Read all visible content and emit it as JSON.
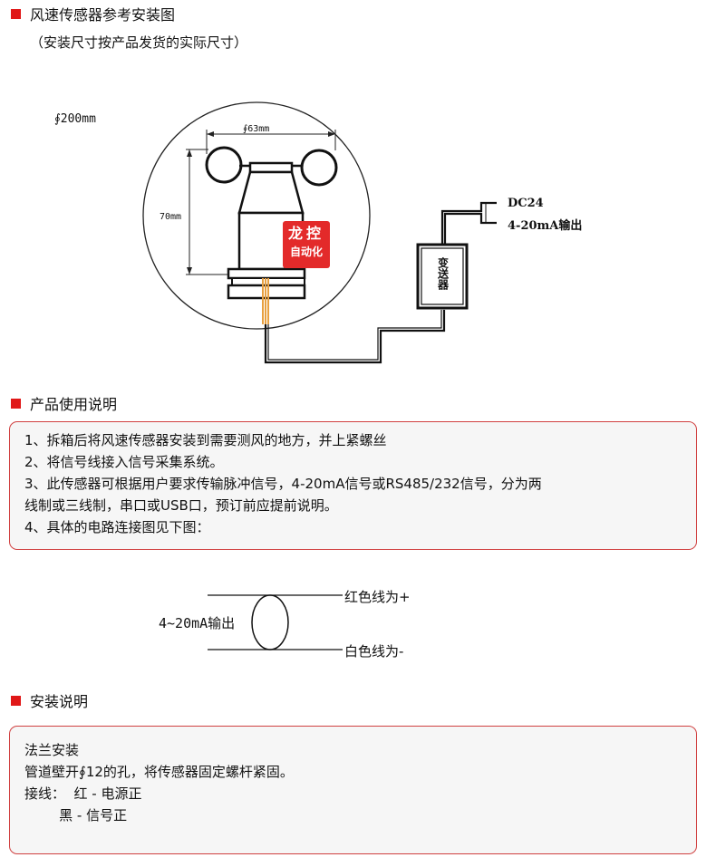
{
  "header": {
    "title": "风速传感器参考安装图",
    "note": "（安装尺寸按产品发货的实际尺寸）"
  },
  "diagram": {
    "dim_diameter": "∮200mm",
    "dim_width": "∮63mm",
    "dim_height": "70mm",
    "dc_label": "DC24",
    "output_label": "4-20mA输出",
    "transmitter_label": "变送器",
    "watermark_line1": "龙控",
    "watermark_line2": "自动化"
  },
  "usage": {
    "title": "产品使用说明",
    "lines": [
      "1、拆箱后将风速传感器安装到需要测风的地方，并上紧螺丝",
      "2、将信号线接入信号采集系统。",
      "3、此传感器可根据用户要求传输脉冲信号，4-20mA信号或RS485/232信号，分为两",
      "线制或三线制，串口或USB口，预订前应提前说明。",
      "4、具体的电路连接图见下图："
    ]
  },
  "wiring": {
    "output": "4~20mA输出",
    "red_wire": "红色线为+",
    "white_wire": "白色线为-"
  },
  "install": {
    "title": "安装说明",
    "lines": [
      "法兰安装",
      "管道壁开∮12的孔，将传感器固定螺杆紧固。",
      "接线：  红 - 电源正",
      "        黑 - 信号正"
    ]
  },
  "colors": {
    "accent": "#e01818",
    "box_border": "#d04040",
    "wire_orange": "#e8a040"
  }
}
